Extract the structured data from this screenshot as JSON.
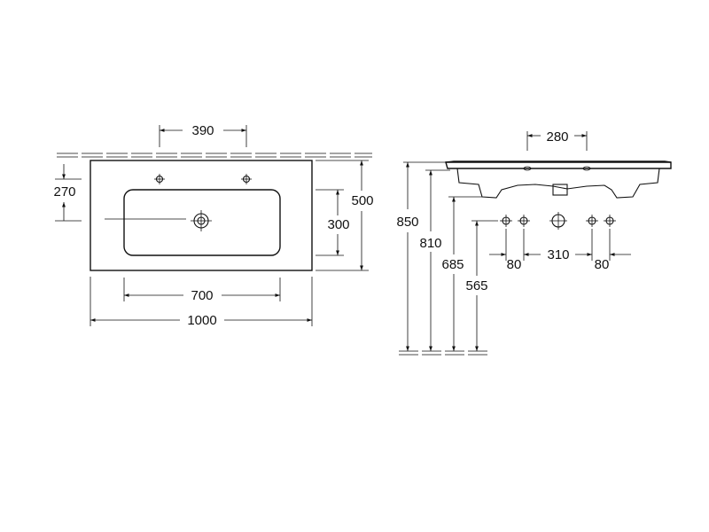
{
  "top_view": {
    "dim_tap_spacing": "390",
    "dim_tap_depth": "270",
    "dim_depth": "500",
    "dim_bowl_depth": "300",
    "dim_bowl_width": "700",
    "dim_width": "1000"
  },
  "side_view": {
    "dim_tap_spacing": "280",
    "dim_height_850": "850",
    "dim_height_810": "810",
    "dim_height_685": "685",
    "dim_height_565": "565",
    "dim_left_offset": "80",
    "dim_center_span": "310",
    "dim_right_offset": "80"
  }
}
